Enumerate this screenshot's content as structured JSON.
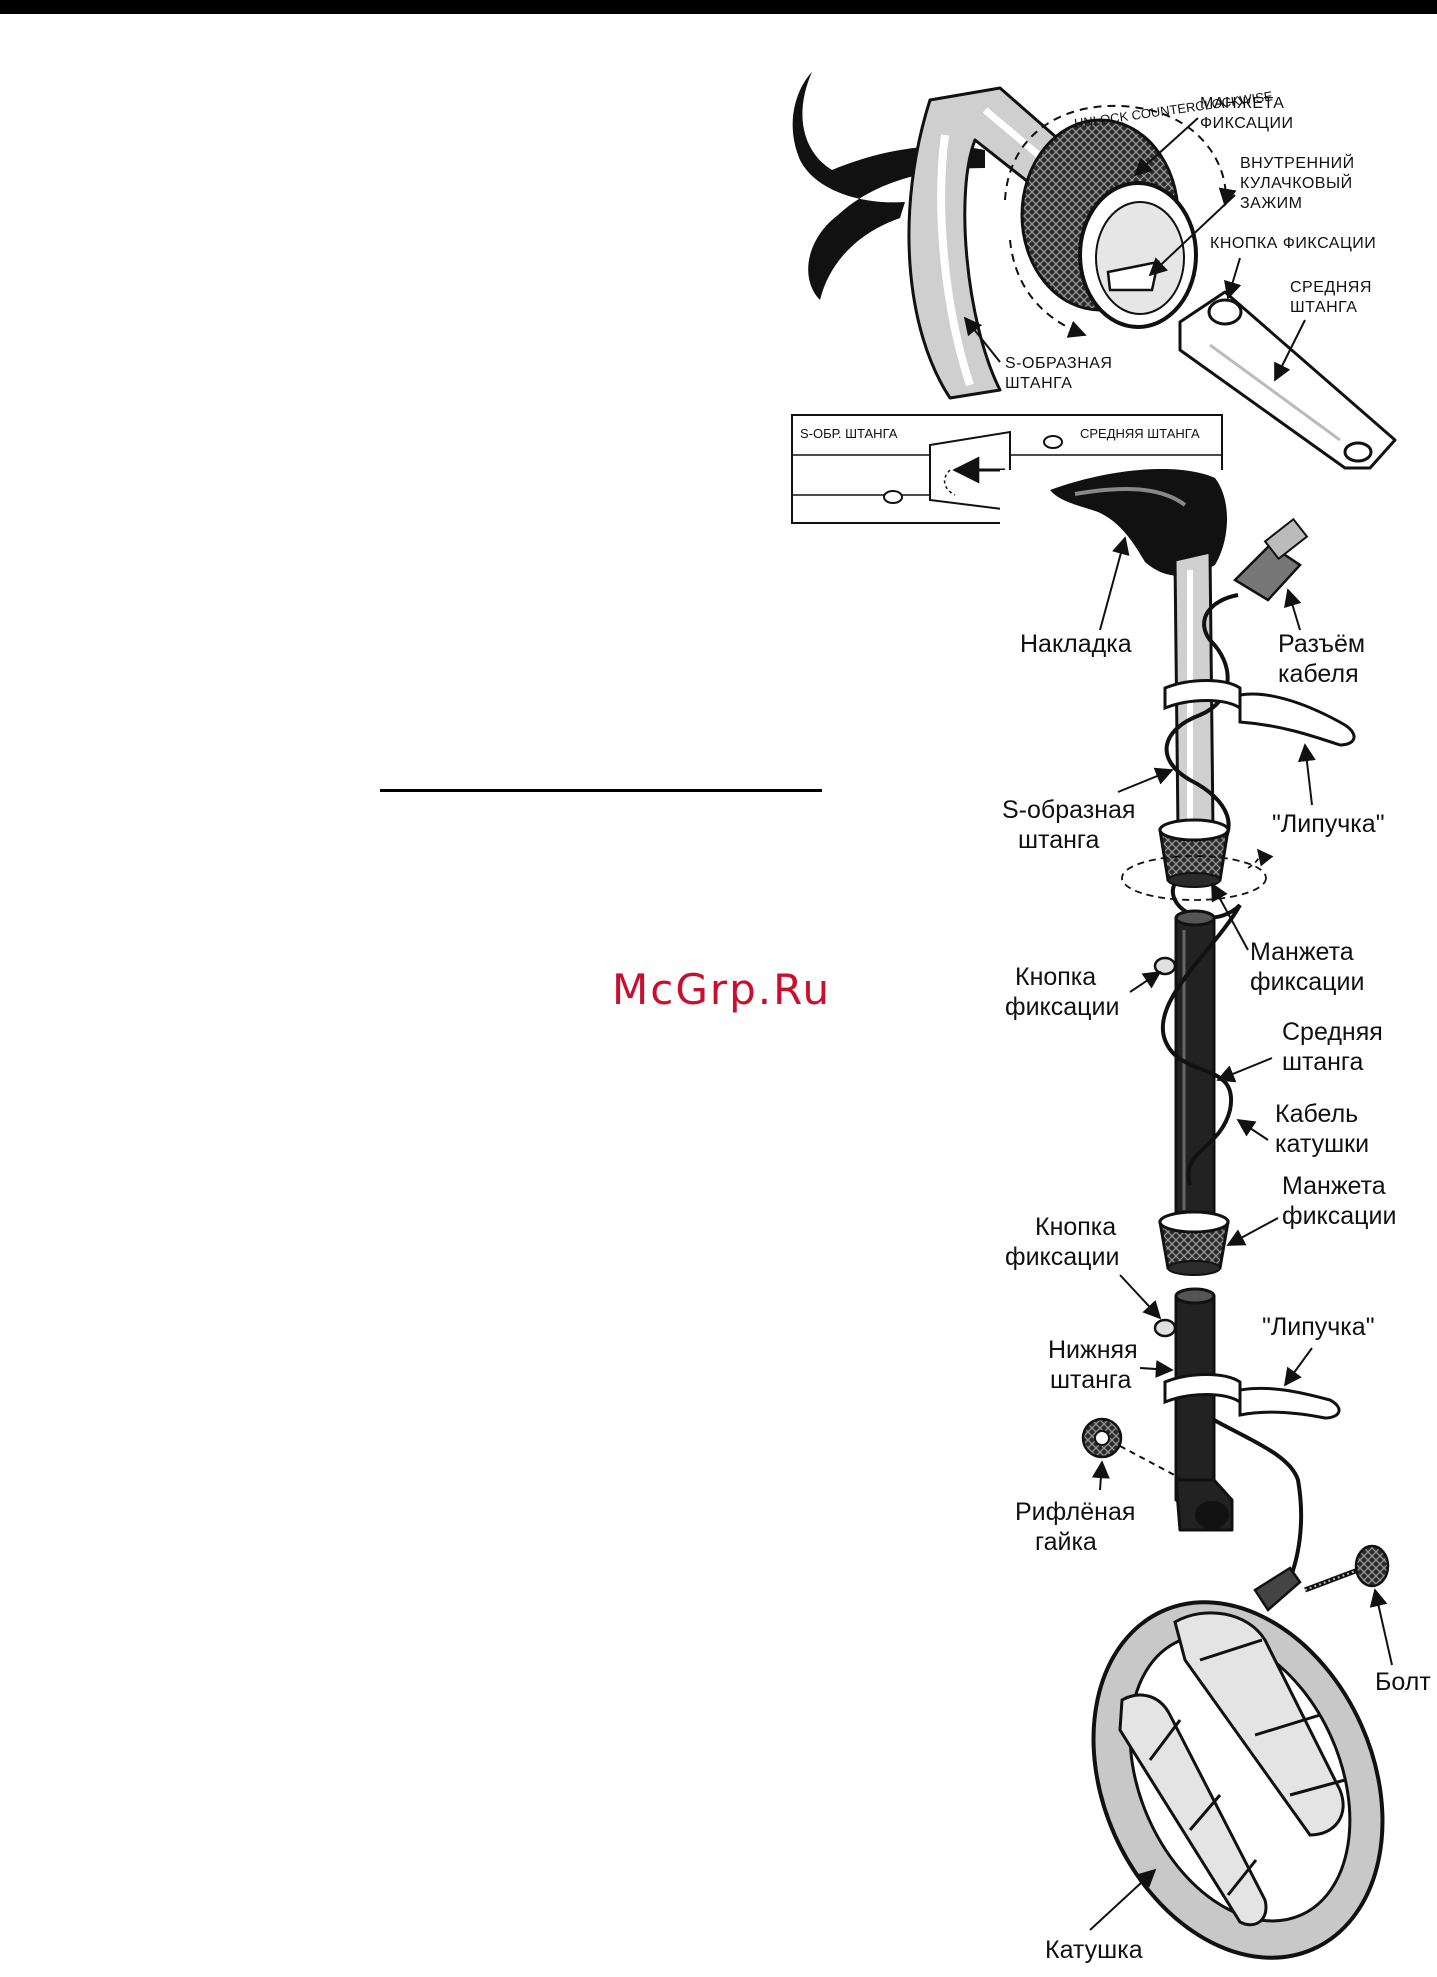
{
  "watermark": "McGrp.Ru",
  "inset": {
    "cuff": [
      "МАНЖЕТА",
      "ФИКСАЦИИ"
    ],
    "cam": [
      "ВНУТРЕННИЙ",
      "КУЛАЧКОВЫЙ",
      "ЗАЖИМ"
    ],
    "button": "КНОПКА ФИКСАЦИИ",
    "middle_rod": [
      "СРЕДНЯЯ",
      "ШТАНГА"
    ],
    "s_rod": [
      "S-ОБРАЗНАЯ",
      "ШТАНГА"
    ],
    "rotation": "UNLOCK COUNTERCLOCKWISE"
  },
  "cross_section": {
    "s_rod": "S-ОБР. ШТАНГА",
    "middle_rod": "СРЕДНЯЯ ШТАНГА"
  },
  "main": {
    "armrest": "Накладка",
    "cable_connector": [
      "Разъём",
      "кабеля"
    ],
    "s_rod": [
      "S-образная",
      "штанга"
    ],
    "velcro_top": "\"Липучка\"",
    "cuff_top": [
      "Манжета",
      "фиксации"
    ],
    "button_top": [
      "Кнопка",
      "фиксации"
    ],
    "middle_rod": [
      "Средняя",
      "штанга"
    ],
    "coil_cable": [
      "Кабель",
      "катушки"
    ],
    "cuff_bottom": [
      "Манжета",
      "фиксации"
    ],
    "button_bottom": [
      "Кнопка",
      "фиксации"
    ],
    "lower_rod": [
      "Нижняя",
      "штанга"
    ],
    "velcro_bottom": "\"Липучка\"",
    "knurled_nut": [
      "Рифлёная",
      "гайка"
    ],
    "bolt": "Болт",
    "coil": "Катушка"
  }
}
